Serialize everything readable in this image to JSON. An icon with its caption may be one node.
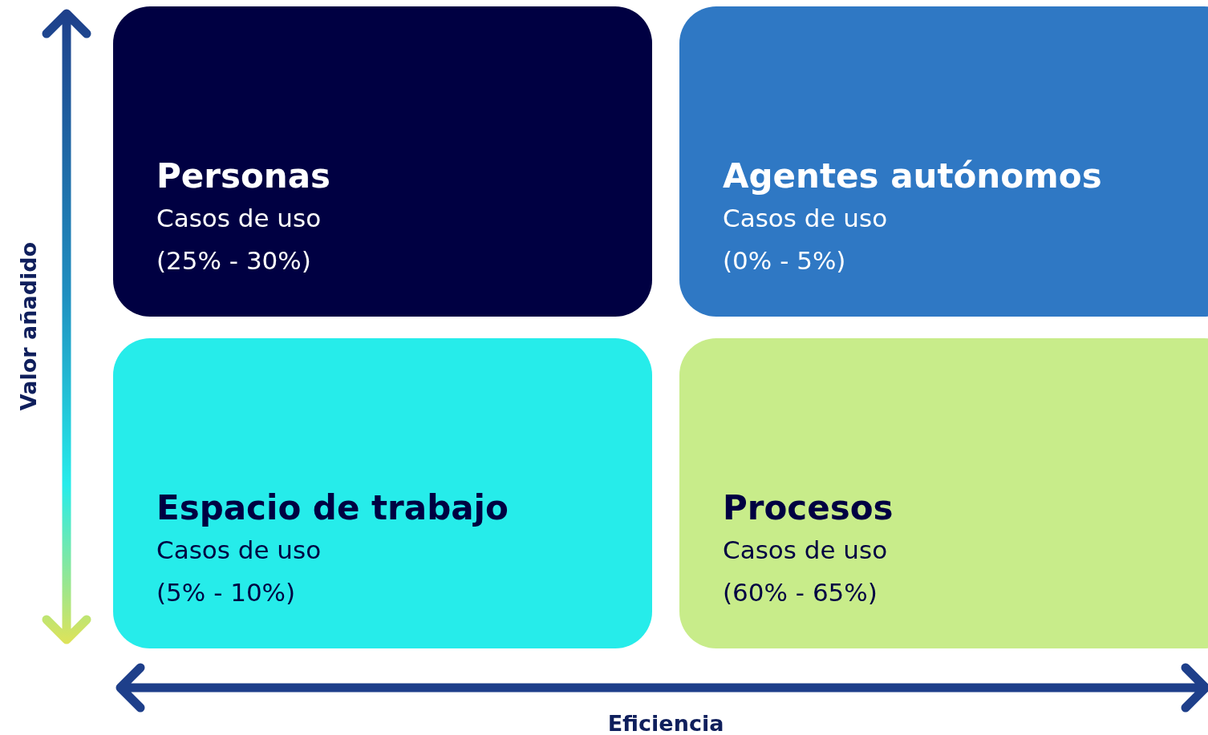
{
  "diagram": {
    "nodes": [
      {
        "text": [
          "Personas",
          "Casos de uso (25% - 30%)"
        ]
      },
      {
        "text": [
          "Agentes autónomos",
          "Casos de uso (0% - 5%)"
        ]
      },
      {
        "text": [
          "Espacio de trabajo",
          "Casos de uso (5% - 10%)"
        ]
      },
      {
        "text": [
          "Procesos",
          "Casos de uso (60% - 65%)"
        ]
      }
    ],
    "edges": [],
    "labels": [
      "Valor añadido",
      "Eficiencia"
    ]
  }
}
